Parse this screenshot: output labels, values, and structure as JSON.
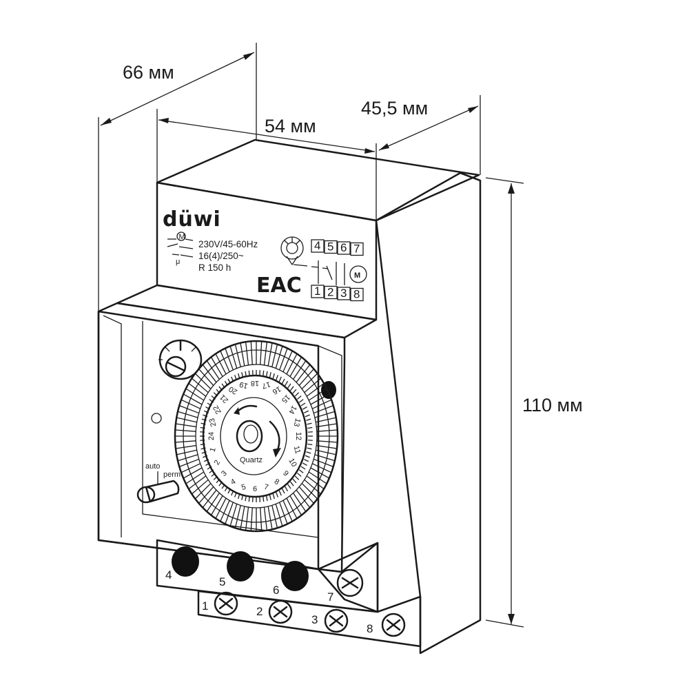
{
  "dimensions": {
    "depth_total": "66 мм",
    "width": "54 мм",
    "depth_right": "45,5 мм",
    "height": "110 мм"
  },
  "label": {
    "brand": "düwi",
    "spec_lines": [
      "230V/45-60Hz",
      "16(4)/250~",
      "R 150 h"
    ],
    "certification": "EAC",
    "wiring_top": [
      "4",
      "5",
      "6",
      "7"
    ],
    "wiring_bottom": [
      "1",
      "2",
      "3",
      "8"
    ],
    "motor_symbol": "M"
  },
  "dial": {
    "hours": [
      "24",
      "1",
      "2",
      "3",
      "4",
      "5",
      "6",
      "7",
      "8",
      "9",
      "10",
      "11",
      "12",
      "13",
      "14",
      "15",
      "16",
      "17",
      "18",
      "19",
      "20",
      "21",
      "22",
      "23"
    ],
    "center_text": "Quartz"
  },
  "switch": {
    "mode_auto": "auto",
    "mode_perm": "perm"
  },
  "terminals": {
    "upper": [
      "4",
      "5",
      "6",
      "7"
    ],
    "lower": [
      "1",
      "2",
      "3",
      "8"
    ]
  },
  "colors": {
    "line": "#1a1a1a",
    "housing": "#ffffff",
    "cover": "#ececec"
  }
}
